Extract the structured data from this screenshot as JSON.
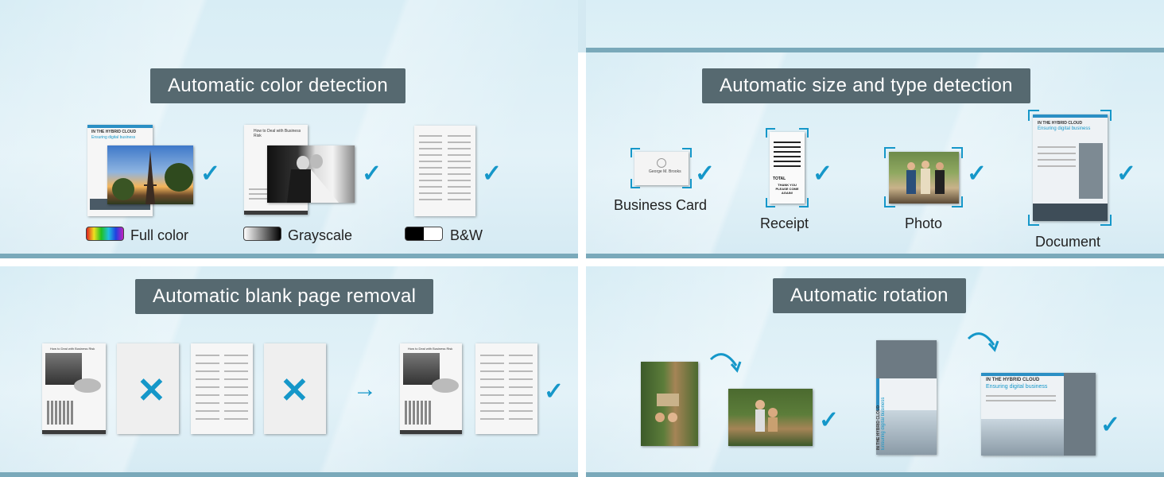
{
  "panels": {
    "color": {
      "title": "Automatic color detection",
      "items": [
        {
          "label": "Full color"
        },
        {
          "label": "Grayscale"
        },
        {
          "label": "B&W"
        }
      ],
      "doc_texts": {
        "hybrid_line1": "IN THE HYBRID CLOUD",
        "hybrid_line2": "Ensuring digital business",
        "risk_title": "How to Deal with Business Risk"
      }
    },
    "size": {
      "title": "Automatic size and type detection",
      "items": [
        {
          "label": "Business Card"
        },
        {
          "label": "Receipt"
        },
        {
          "label": "Photo"
        },
        {
          "label": "Document"
        }
      ],
      "card_name": "George M. Brooks",
      "receipt_total": "TOTAL",
      "receipt_thanks": "THANK YOU PLEASE COME AGAIN!",
      "doc_line1": "IN THE HYBRID CLOUD",
      "doc_line2": "Ensuring digital business"
    },
    "blank": {
      "title": "Automatic blank page removal",
      "risk_title": "How to Deal with Business Risk"
    },
    "rotation": {
      "title": "Automatic rotation",
      "doc_line1": "IN THE HYBRID CLOUD",
      "doc_line2": "Ensuring digital business"
    }
  },
  "colors": {
    "title_bg": "#566970",
    "accent": "#1597c9",
    "bottom_bar": "#7aa9ba"
  },
  "icons": [
    "check-icon",
    "x-icon",
    "arrow-right-icon",
    "curved-arrow-icon"
  ]
}
